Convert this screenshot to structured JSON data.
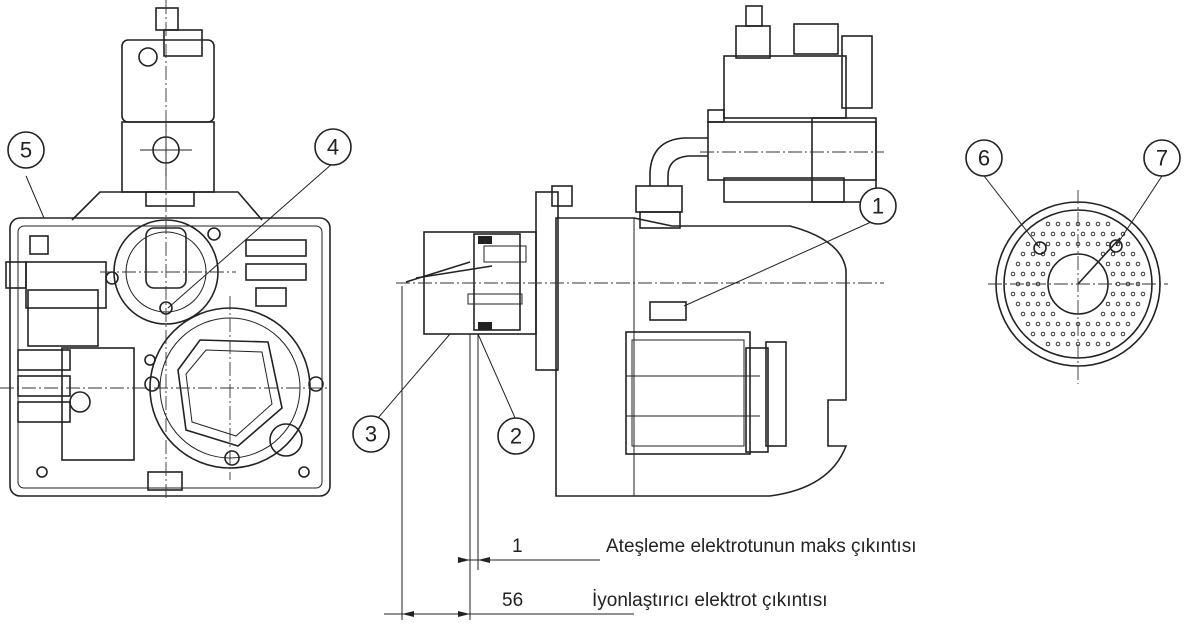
{
  "callouts": {
    "c1": "1",
    "c2": "2",
    "c3": "3",
    "c4": "4",
    "c5": "5",
    "c6": "6",
    "c7": "7"
  },
  "dimensions": {
    "ignition": {
      "value": "1",
      "label": "Ateşleme elektrotunun maks çıkıntısı"
    },
    "ionization": {
      "value": "56",
      "label": "İyonlaştırıcı elektrot çıkıntısı"
    }
  }
}
